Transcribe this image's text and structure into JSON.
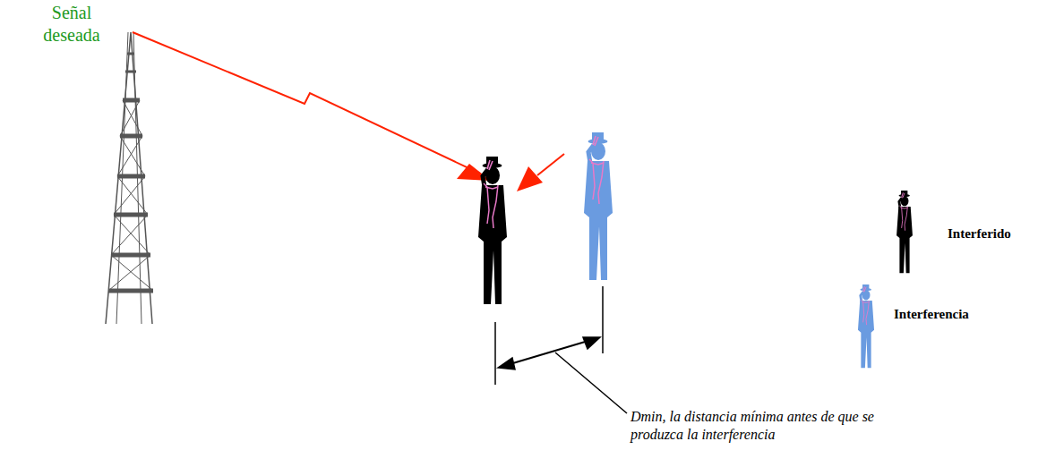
{
  "diagram": {
    "labels": [
      "Señal deseada",
      "Dmin, la distancia mínima antes de que se produzca la interferencia"
    ],
    "legend": [
      {
        "text": "Interferido"
      },
      {
        "text": "Interferencia"
      }
    ]
  }
}
